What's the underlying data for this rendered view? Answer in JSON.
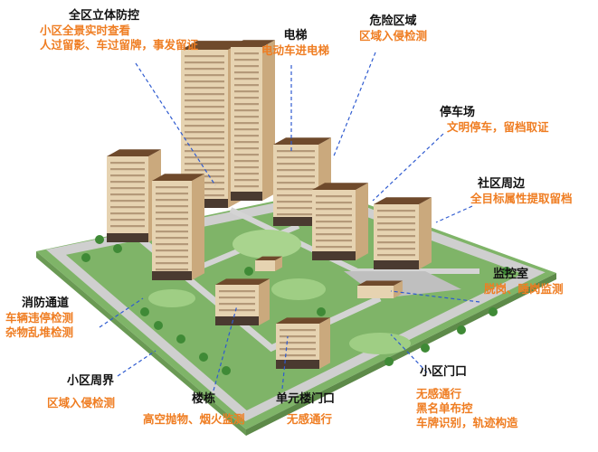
{
  "colors": {
    "title_text": "#111111",
    "desc_text": "#ef7d22",
    "leader_line": "#2f5bd0",
    "lawn": "#8cc16e",
    "road": "#c9c9c9",
    "facade": "#e6d3b1",
    "facade_dark": "#caa97d",
    "roof": "#6f4a2c",
    "base": "#4a3a30"
  },
  "callouts": [
    {
      "id": "overall",
      "title": "全区立体防控",
      "lines": [
        "小区全景实时查看",
        "人过留影、车过留牌，事发留证"
      ]
    },
    {
      "id": "elevator",
      "title": "电梯",
      "lines": [
        "电动车进电梯"
      ]
    },
    {
      "id": "danger",
      "title": "危险区域",
      "lines": [
        "区域入侵检测"
      ]
    },
    {
      "id": "parking",
      "title": "停车场",
      "lines": [
        "文明停车，留档取证"
      ]
    },
    {
      "id": "perimeter",
      "title": "社区周边",
      "lines": [
        "全目标属性提取留档"
      ]
    },
    {
      "id": "monitor_room",
      "title": "监控室",
      "lines": [
        "脱岗、睡岗监测"
      ]
    },
    {
      "id": "fire_lane",
      "title": "消防通道",
      "lines": [
        "车辆违停检测",
        "杂物乱堆检测"
      ]
    },
    {
      "id": "boundary",
      "title": "小区周界",
      "lines": [
        "区域入侵检测"
      ]
    },
    {
      "id": "building",
      "title": "楼栋",
      "lines": [
        "高空抛物、烟火监测"
      ]
    },
    {
      "id": "unit_door",
      "title": "单元楼门口",
      "lines": [
        "无感通行"
      ]
    },
    {
      "id": "gate",
      "title": "小区门口",
      "lines": [
        "无感通行",
        "黑名单布控",
        "车牌识别，轨迹构造"
      ]
    }
  ]
}
